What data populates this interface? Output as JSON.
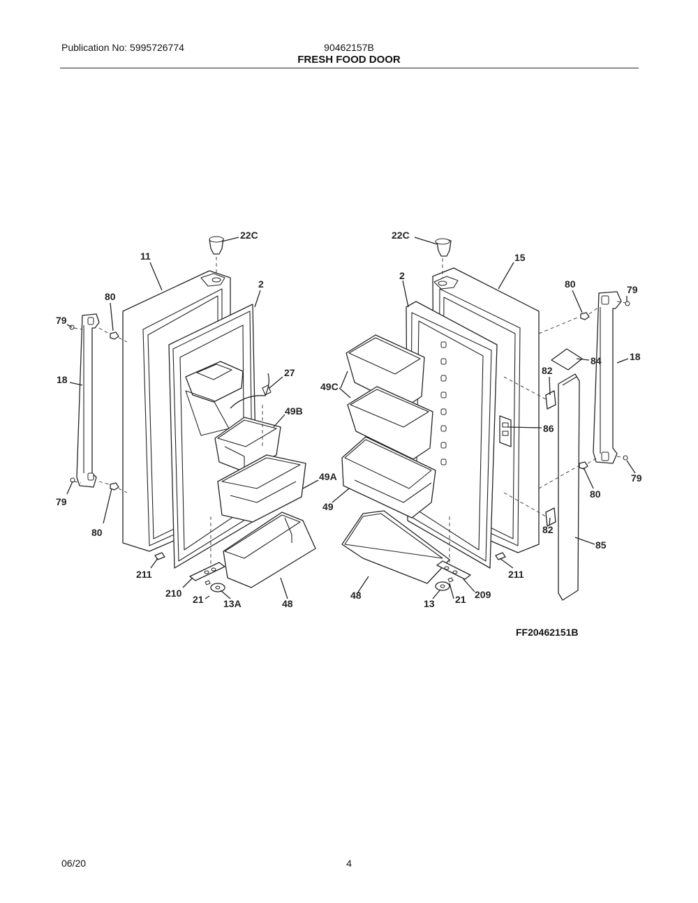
{
  "header": {
    "publication": "Publication No: 5995726774",
    "model": "90462157B",
    "title": "FRESH FOOD DOOR"
  },
  "footer": {
    "date": "06/20",
    "page": "4"
  },
  "diagram": {
    "code": "FF20462151B",
    "labels": {
      "l_22c_left": "22C",
      "l_22c_right": "22C",
      "l_11": "11",
      "l_15": "15",
      "l_2_left": "2",
      "l_2_right": "2",
      "l_80_tl": "80",
      "l_80_tr": "80",
      "l_79_tl": "79",
      "l_79_tr": "79",
      "l_18_left": "18",
      "l_18_right": "18",
      "l_27": "27",
      "l_49c": "49C",
      "l_49b": "49B",
      "l_84": "84",
      "l_82_top": "82",
      "l_86": "86",
      "l_49a": "49A",
      "l_49": "49",
      "l_79_bl": "79",
      "l_80_bl": "80",
      "l_80_br": "80",
      "l_79_br": "79",
      "l_82_bot": "82",
      "l_85": "85",
      "l_211_left": "211",
      "l_211_right": "211",
      "l_210": "210",
      "l_21_left": "21",
      "l_13a": "13A",
      "l_48_left": "48",
      "l_48_right": "48",
      "l_13": "13",
      "l_21_right": "21",
      "l_209": "209"
    }
  }
}
